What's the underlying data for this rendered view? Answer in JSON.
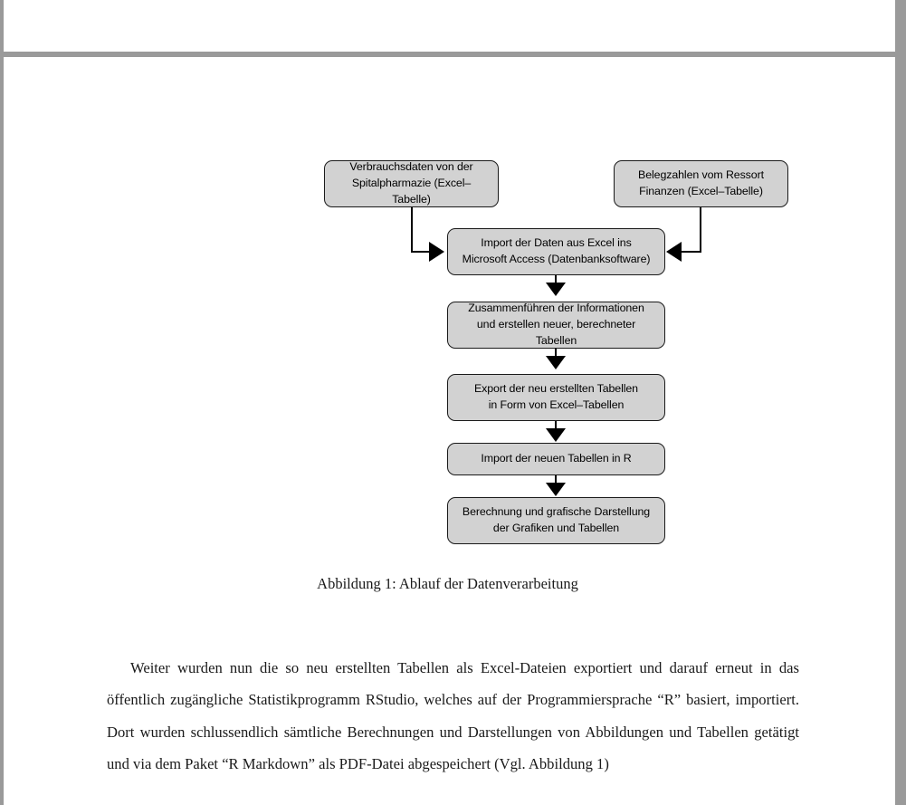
{
  "document": {
    "viewer_background": "#9a9a9a",
    "page_background": "#ffffff"
  },
  "figure": {
    "node_fill": "#d2d2d2",
    "node_border": "#1a1a1a",
    "nodes": [
      {
        "id": "verbrauchsdaten",
        "line1": "Verbrauchsdaten von der",
        "line2": "Spitalpharmazie (Excel–Tabelle)"
      },
      {
        "id": "belegzahlen",
        "line1": "Belegzahlen vom Ressort",
        "line2": "Finanzen (Excel–Tabelle)"
      },
      {
        "id": "import-access",
        "line1": "Import der Daten aus Excel ins",
        "line2": "Microsoft Access (Datenbanksoftware)"
      },
      {
        "id": "zusammenfuehren",
        "line1": "Zusammenführen der Informationen",
        "line2": "und erstellen neuer, berechneter Tabellen"
      },
      {
        "id": "export-excel",
        "line1": "Export der neu erstellten Tabellen",
        "line2": "in Form von Excel–Tabellen"
      },
      {
        "id": "import-r",
        "line1": "Import der neuen Tabellen in R",
        "line2": ""
      },
      {
        "id": "berechnung",
        "line1": "Berechnung und grafische Darstellung",
        "line2": "der Grafiken und Tabellen"
      }
    ],
    "caption": "Abbildung 1: Ablauf der Datenverarbeitung"
  },
  "body": {
    "paragraph": "Weiter wurden nun die so neu erstellten Tabellen als Excel-Dateien exportiert und darauf erneut in das öffentlich zugängliche Statistikprogramm RStudio, welches auf der Programmiersprache “R” basiert, importiert. Dort wurden schlussendlich sämtliche Berechnungen und Darstellungen von Abbildungen und Tabellen getätigt und via dem Paket “R Markdown” als PDF-Datei abgespeichert (Vgl. Abbildung 1)"
  }
}
